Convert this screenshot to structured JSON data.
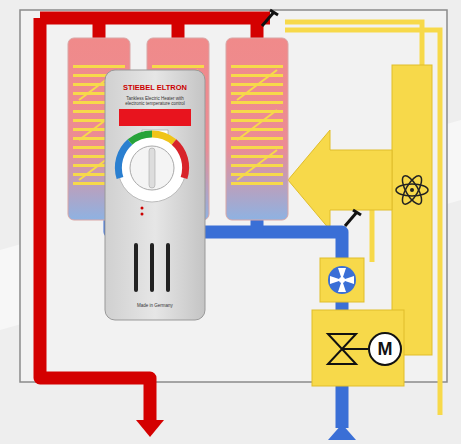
{
  "diagram": {
    "nodes": [
      {
        "text": [
          "STIEBEL ELTRON",
          "Tankless Electric Heater with electronic temperature control",
          "Made in Germany"
        ]
      },
      {
        "text": [
          "M"
        ]
      }
    ]
  }
}
